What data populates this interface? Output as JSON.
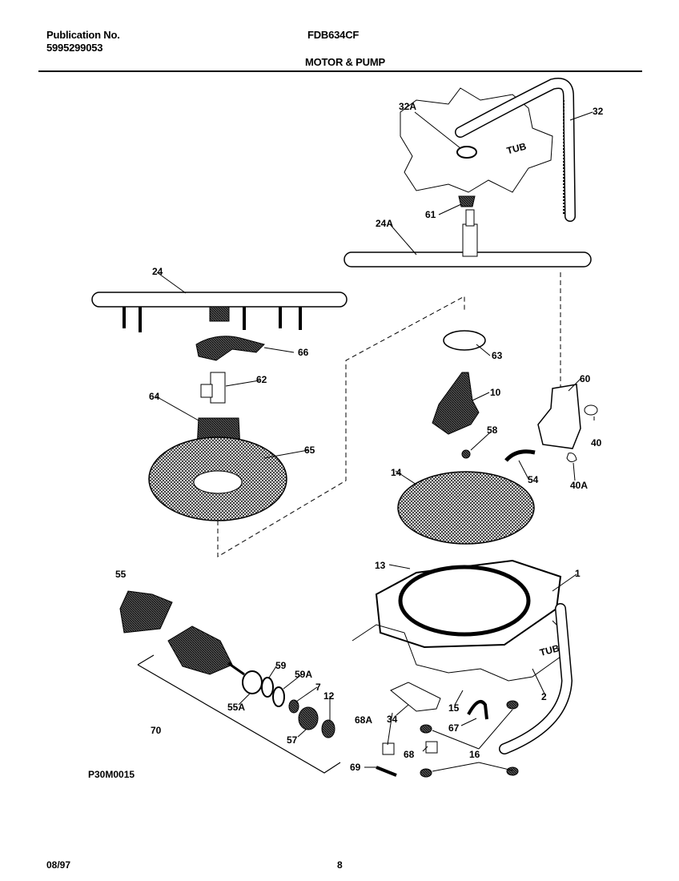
{
  "header": {
    "publication_label": "Publication No.",
    "publication_number": "5995299053",
    "model": "FDB634CF",
    "section_title": "MOTOR & PUMP"
  },
  "footer": {
    "date": "08/97",
    "page": "8"
  },
  "diagram": {
    "code": "P30M0015",
    "part_labels": [
      "32A",
      "32",
      "61",
      "24A",
      "24",
      "66",
      "63",
      "62",
      "10",
      "60",
      "64",
      "65",
      "58",
      "40",
      "54",
      "14",
      "40A",
      "55",
      "13",
      "1",
      "59",
      "59A",
      "7",
      "12",
      "55A",
      "2",
      "15",
      "34",
      "68A",
      "67",
      "70",
      "57",
      "68",
      "16",
      "69"
    ],
    "tub_text": "TUB"
  }
}
